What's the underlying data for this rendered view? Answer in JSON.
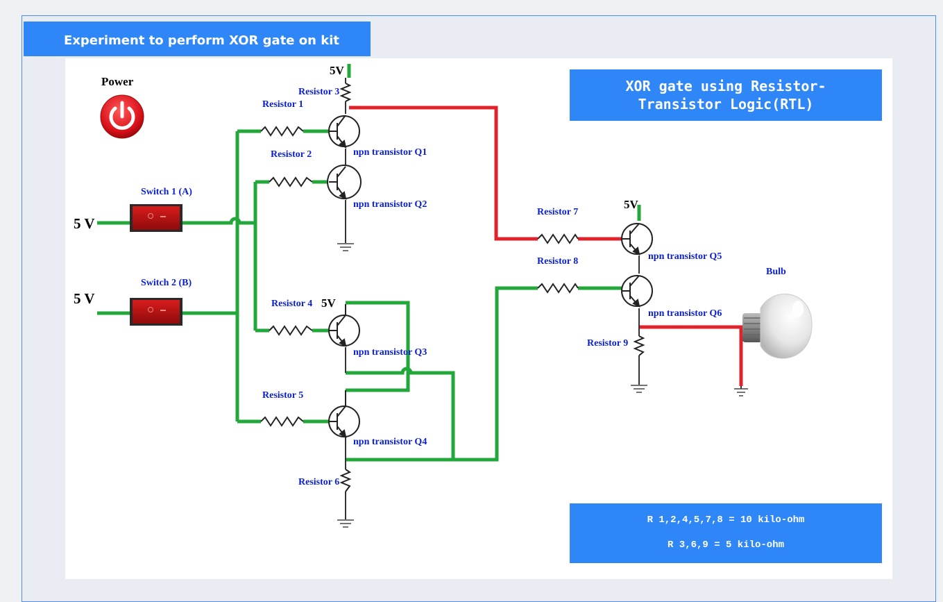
{
  "header": {
    "title": "Experiment to perform XOR gate on kit"
  },
  "diagram_title": "XOR gate using Resistor-Transistor Logic(RTL)",
  "power": {
    "label": "Power",
    "icon": "power-icon",
    "color": "#d9111a"
  },
  "switches": [
    {
      "label": "Switch 1 (A)",
      "voltage": "5 V"
    },
    {
      "label": "Switch 2 (B)",
      "voltage": "5 V"
    }
  ],
  "supply_labels": {
    "top": "5V",
    "q3": "5V",
    "q5": "5V"
  },
  "resistors": {
    "r1": "Resistor 1",
    "r2": "Resistor 2",
    "r3": "Resistor 3",
    "r4": "Resistor 4",
    "r5": "Resistor 5",
    "r6": "Resistor 6",
    "r7": "Resistor 7",
    "r8": "Resistor 8",
    "r9": "Resistor 9"
  },
  "transistors": {
    "q1": "npn transistor Q1",
    "q2": "npn transistor Q2",
    "q3": "npn transistor Q3",
    "q4": "npn transistor Q4",
    "q5": "npn transistor Q5",
    "q6": "npn transistor Q6"
  },
  "bulb": {
    "label": "Bulb"
  },
  "info": {
    "line1": "R 1,2,4,5,7,8 = 10 kilo-ohm",
    "line2": "R 3,6,9 = 5 kilo-ohm"
  },
  "colors": {
    "accent": "#2f86f6",
    "wire_green": "#22a83a",
    "wire_red": "#e0232b",
    "label_blue": "#0a1fd0"
  }
}
